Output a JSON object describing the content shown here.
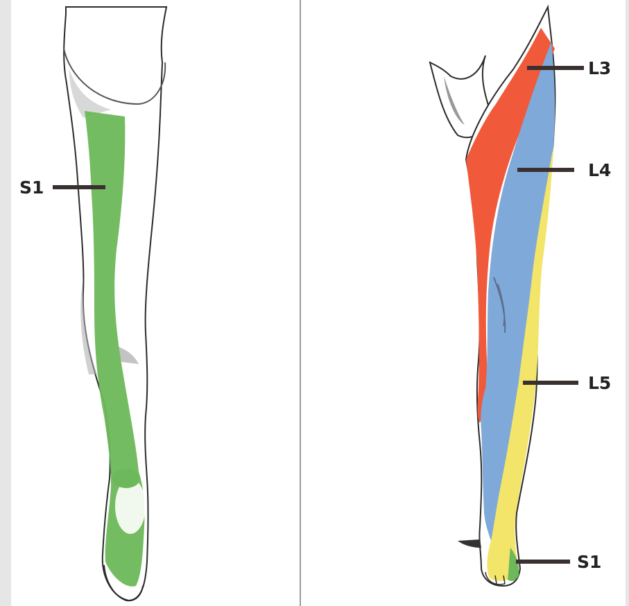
{
  "figure": {
    "left_panel": {
      "labels": [
        {
          "text": "S1",
          "color": "#6db85a"
        }
      ]
    },
    "right_panel": {
      "labels": [
        {
          "text": "L3",
          "color": "#f05a3a"
        },
        {
          "text": "L4",
          "color": "#7fa9d8"
        },
        {
          "text": "L5",
          "color": "#f3e46a"
        },
        {
          "text": "S1",
          "color": "#6db85a"
        }
      ]
    }
  }
}
